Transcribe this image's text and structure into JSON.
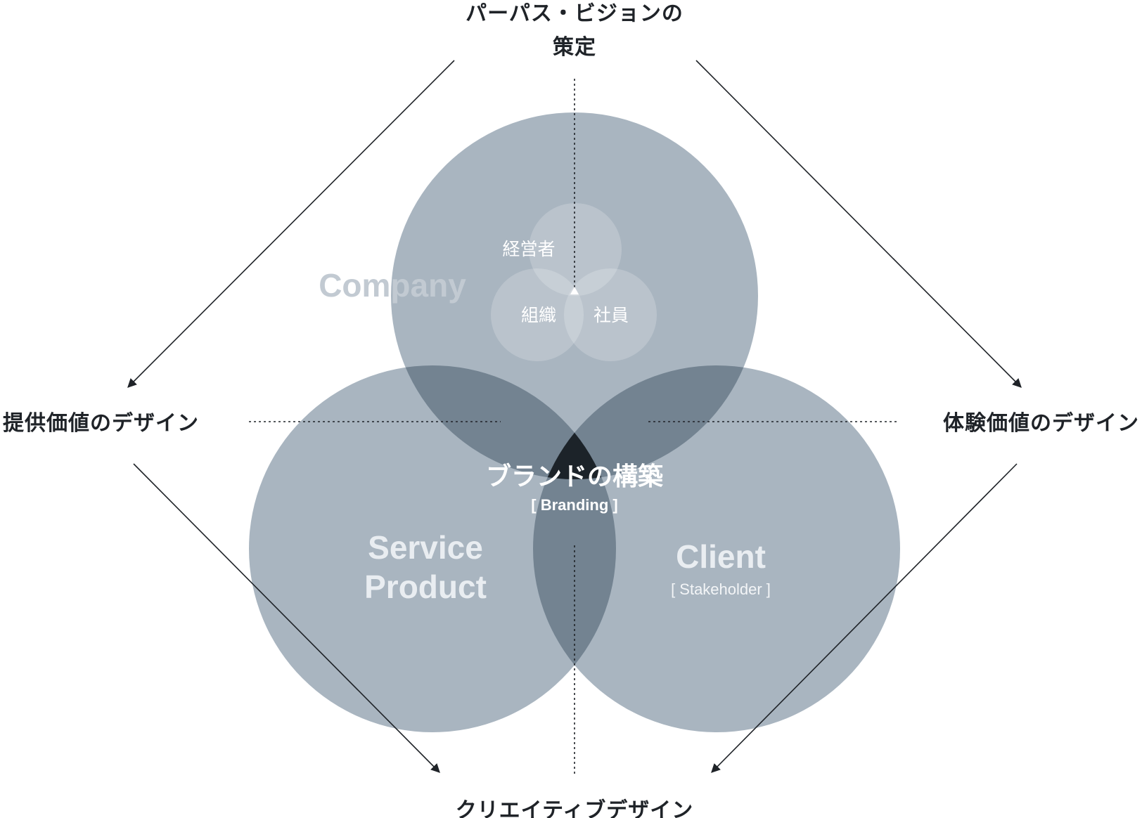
{
  "outer": {
    "top_line1": "パーパス・ビジョンの",
    "top_line2": "策定",
    "left": "提供価値のデザイン",
    "right": "体験価値のデザイン",
    "bottom": "クリエイティブデザイン"
  },
  "company": {
    "title": "Company",
    "inner": {
      "top": "経営者",
      "left": "組織",
      "right": "社員"
    }
  },
  "service": {
    "line1": "Service",
    "line2": "Product"
  },
  "client": {
    "title": "Client",
    "sub": "[ Stakeholder ]"
  },
  "center": {
    "title": "ブランドの構築",
    "sub": "[ Branding ]"
  },
  "colors": {
    "circle": "#a9b5c0",
    "overlap": "#738391",
    "core": "#1c2329",
    "text_dark": "#1f2328"
  }
}
